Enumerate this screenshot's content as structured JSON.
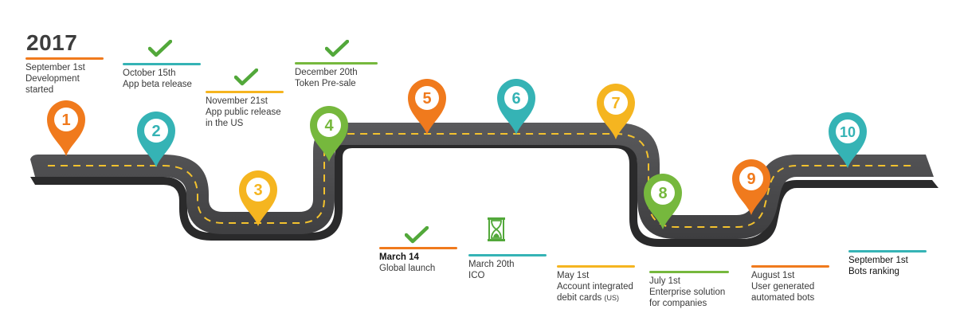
{
  "year": "2017",
  "colors": {
    "orange": "#f07a1d",
    "teal": "#35b3b5",
    "yellow": "#f5b520",
    "green": "#76b83d",
    "road": "#4a4a4c"
  },
  "milestones": [
    {
      "num": "1",
      "date": "September 1st",
      "text": [
        "Development started"
      ],
      "color": "#f07a1d",
      "status": ""
    },
    {
      "num": "2",
      "date": "October 15th",
      "text": [
        "App beta release"
      ],
      "color": "#35b3b5",
      "status": "check-icon"
    },
    {
      "num": "3",
      "date": "November 21st",
      "text": [
        "App public release",
        "in the US"
      ],
      "color": "#f5b520",
      "status": "check-icon"
    },
    {
      "num": "4",
      "date": "December 20th",
      "text": [
        "Token Pre-sale"
      ],
      "color": "#76b83d",
      "status": "check-icon"
    },
    {
      "num": "5",
      "date": "March 14",
      "text": [
        "Global launch"
      ],
      "color": "#f07a1d",
      "status": "check-icon"
    },
    {
      "num": "6",
      "date": "March 20th",
      "text": [
        "ICO"
      ],
      "color": "#35b3b5",
      "status": "hourglass-icon"
    },
    {
      "num": "7",
      "date": "May 1st",
      "text": [
        "Account integrated",
        "debit cards"
      ],
      "suffix": "(US)",
      "color": "#f5b520",
      "status": ""
    },
    {
      "num": "8",
      "date": "July 1st",
      "text": [
        "Enterprise solution",
        "for companies"
      ],
      "color": "#76b83d",
      "status": ""
    },
    {
      "num": "9",
      "date": "August 1st",
      "text": [
        "User generated",
        "automated bots"
      ],
      "color": "#f07a1d",
      "status": ""
    },
    {
      "num": "10",
      "date": "September 1st",
      "text": [
        "Bots ranking"
      ],
      "color": "#35b3b5",
      "status": ""
    }
  ]
}
